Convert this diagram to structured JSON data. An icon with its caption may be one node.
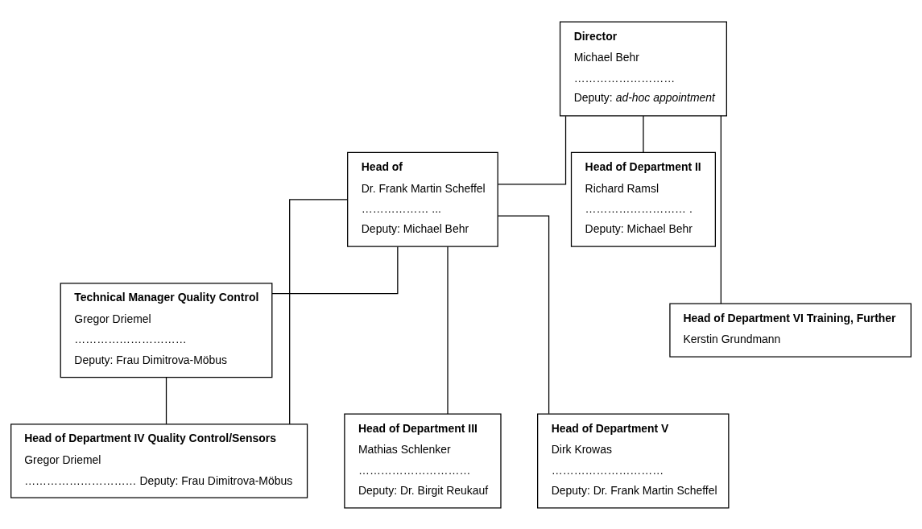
{
  "diagram": {
    "nodes": [
      {
        "text": [
          "Director",
          "Michael Behr",
          "………………………",
          "Deputy: *ad-hoc appointment*"
        ]
      },
      {
        "text": [
          "Head of",
          "Dr. Frank Martin Scheffel",
          "……………… ...",
          "Deputy: Michael Behr"
        ]
      },
      {
        "text": [
          "Head of Department II",
          "Richard Ramsl",
          "……………………… .",
          "Deputy: Michael Behr"
        ]
      },
      {
        "text": [
          "Technical Manager Quality Control",
          "Gregor Driemel",
          "…………………………",
          "Deputy: Frau Dimitrova-Möbus"
        ]
      },
      {
        "text": [
          "Head of Department VI Training, Further",
          "Kerstin Grundmann"
        ]
      },
      {
        "text": [
          "Head of Department III",
          "Mathias Schlenker",
          "…………………………",
          "Deputy: Dr. Birgit Reukauf"
        ]
      },
      {
        "text": [
          "Head of Department IV Quality Control/Sensors",
          "Gregor Driemel",
          "………………………… Deputy: Frau Dimitrova-Möbus"
        ]
      },
      {
        "text": [
          "Head of Department V",
          "Dirk Krowas",
          "…………………………",
          "Deputy: Dr. Frank Martin Scheffel"
        ]
      }
    ],
    "edges": [
      {
        "from": 0,
        "to": 1,
        "arrow": "none"
      },
      {
        "from": 0,
        "to": 2,
        "arrow": "none"
      },
      {
        "from": 0,
        "to": 4,
        "arrow": "none"
      },
      {
        "from": 1,
        "to": 3,
        "arrow": "none"
      },
      {
        "from": 1,
        "to": 5,
        "arrow": "none"
      },
      {
        "from": 1,
        "to": 6,
        "arrow": "none"
      },
      {
        "from": 1,
        "to": 7,
        "arrow": "none"
      },
      {
        "from": 3,
        "to": 6,
        "arrow": "none"
      }
    ]
  }
}
